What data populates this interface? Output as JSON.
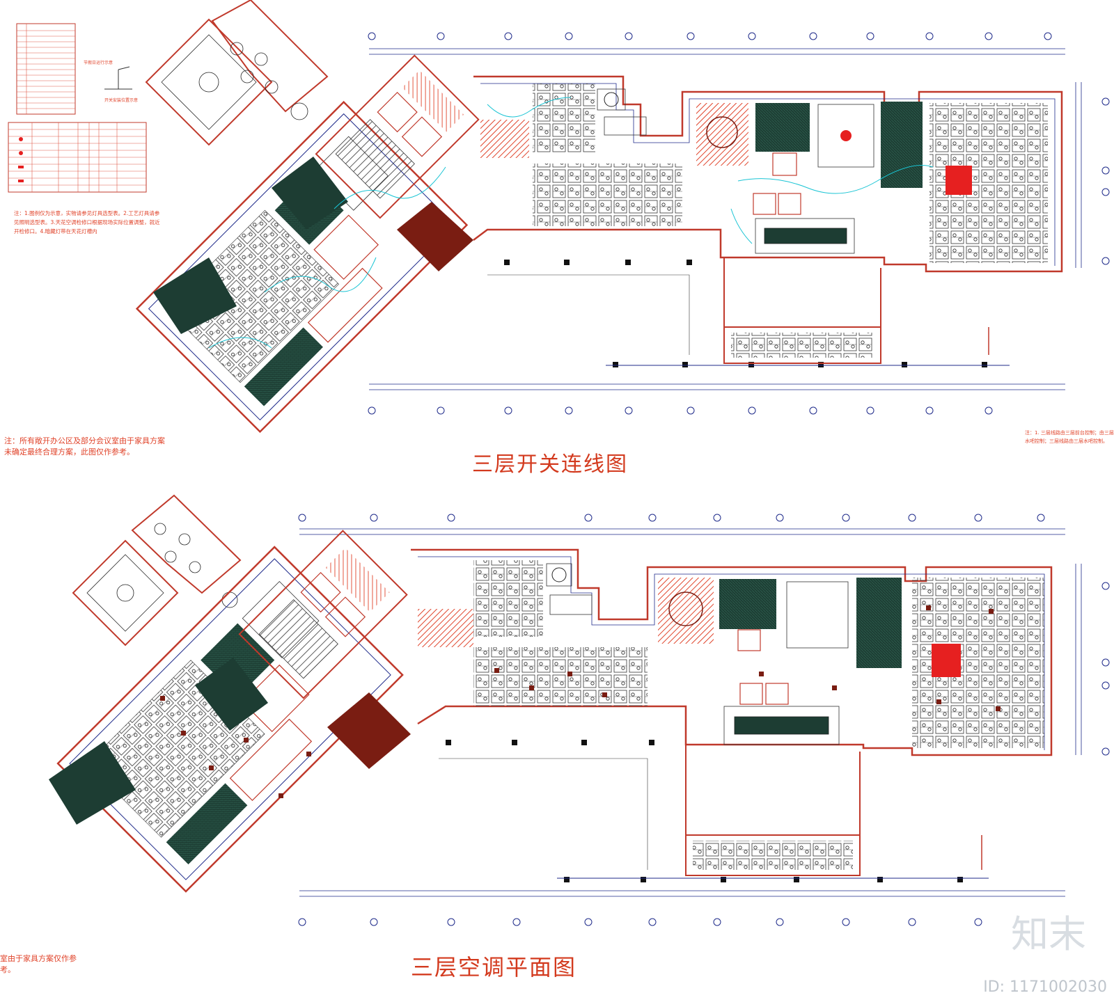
{
  "captions": {
    "top": "三层开关连线图",
    "bottom": "三层空调平面图"
  },
  "notes": {
    "left_top": "注：所有敞开办公区及部分会议室由于家具方案未确定最终合理方案，此图仅作参考。",
    "left_bottom": "室由于家具方案仅作参考。",
    "right": "注：1. 三层线路由三层前台控制；由三层水吧控制；三层线路由三层水吧控制。",
    "legend": "注：1.图例仅为示意，实物请参见灯具选型表。2.工艺灯具请参见照明选型表。3.天花空调检修口根据现场实际位置调整，就近开检修口。4.暗藏灯带在天花灯槽内"
  },
  "watermark": {
    "id": "ID: 1171002030",
    "logo": "知末"
  },
  "colors": {
    "wall": "#c0392b",
    "line": "#1e2a8a",
    "furniture": "#222222",
    "accent_red": "#e62020",
    "dark_room": "#1d3d33",
    "cyan": "#19c4d4",
    "brown": "#7a1d12"
  }
}
